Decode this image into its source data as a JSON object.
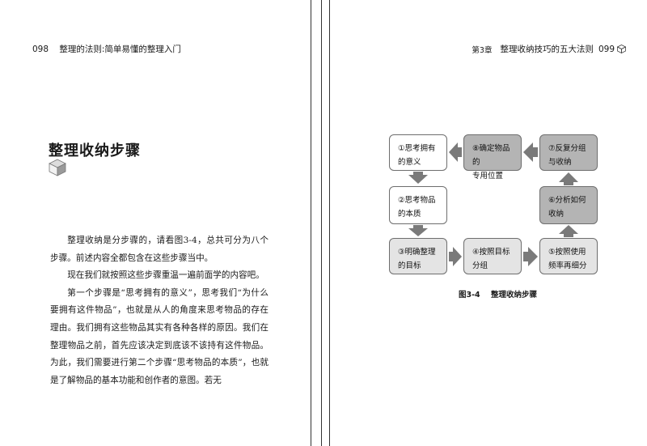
{
  "left_page": {
    "page_number": "098",
    "running_title": "整理的法则:简单易懂的整理入门",
    "section_title": "整理收纳步骤",
    "paragraphs": [
      "整理收纳是分步骤的，请看图3-4，总共可分为八个步骤。前述内容全都包含在这些步骤当中。",
      "现在我们就按照这些步骤重温一遍前面学的内容吧。",
      "第一个步骤是“思考拥有的意义”，思考我们“为什么要拥有这件物品”，也就是从人的角度来思考物品的存在理由。我们拥有这些物品其实有各种各样的原因。我们在整理物品之前，首先应该决定到底该不该持有这件物品。为此，我们需要进行第二个步骤“思考物品的本质”，也就是了解物品的基本功能和创作者的意图。若无"
    ]
  },
  "right_page": {
    "chapter": "第3章",
    "running_title": "整理收纳技巧的五大法则",
    "page_number": "099",
    "figure": {
      "steps": [
        {
          "line1": "①思考拥有",
          "line2": "的意义",
          "shade": "white"
        },
        {
          "line1": "②思考物品",
          "line2": "的本质",
          "shade": "white"
        },
        {
          "line1": "③明确整理",
          "line2": "的目标",
          "shade": "light"
        },
        {
          "line1": "④按照目标",
          "line2": "分组",
          "shade": "light"
        },
        {
          "line1": "⑤按照使用",
          "line2": "频率再细分",
          "shade": "light"
        },
        {
          "line1": "⑥分析如何",
          "line2": "收纳",
          "shade": "dark"
        },
        {
          "line1": "⑦反复分组",
          "line2": "与收纳",
          "shade": "dark"
        },
        {
          "line1": "⑧确定物品的",
          "line2": "专用位置",
          "shade": "dark"
        }
      ],
      "caption_number": "图3-4",
      "caption_title": "整理收纳步骤"
    }
  },
  "colors": {
    "box_white": "#ffffff",
    "box_light": "#e4e4e4",
    "box_dark": "#b4b4b4",
    "arrow": "#7a7a7a"
  }
}
